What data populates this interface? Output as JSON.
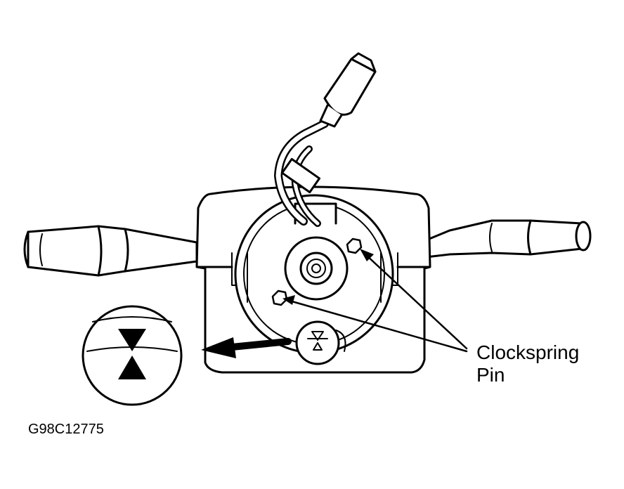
{
  "callout": {
    "line1": "Clockspring",
    "line2": "Pin"
  },
  "figure_id": "G98C12775",
  "colors": {
    "ink": "#000000",
    "paper": "#ffffff"
  }
}
